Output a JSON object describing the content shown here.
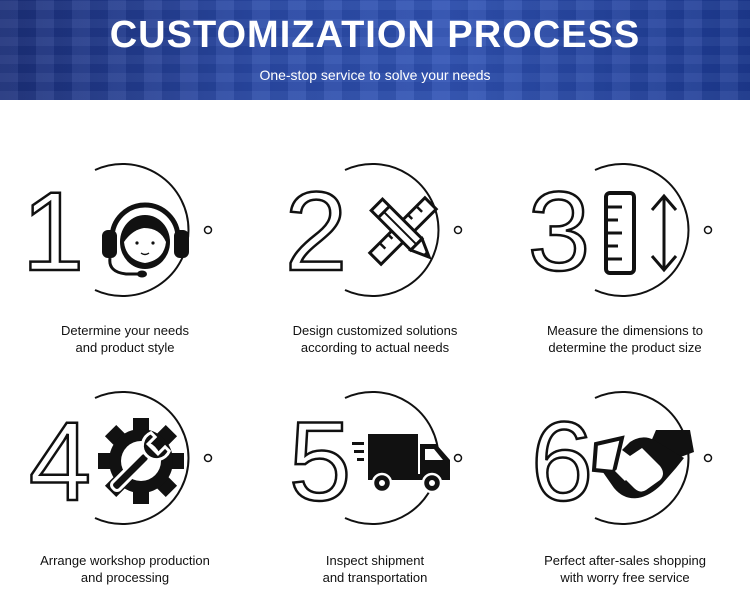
{
  "header": {
    "title": "CUSTOMIZATION PROCESS",
    "subtitle": "One-stop service to solve your needs"
  },
  "colors": {
    "banner": "#2a4aa8",
    "ink": "#111111"
  },
  "steps": [
    {
      "number": "1",
      "icon": "headset-icon",
      "line1": "Determine your needs",
      "line2": "and product style"
    },
    {
      "number": "2",
      "icon": "pencil-ruler-icon",
      "line1": "Design customized solutions",
      "line2": "according to actual needs"
    },
    {
      "number": "3",
      "icon": "ruler-measure-icon",
      "line1": "Measure the dimensions to",
      "line2": "determine the product size"
    },
    {
      "number": "4",
      "icon": "gear-wrench-icon",
      "line1": "Arrange workshop production",
      "line2": "and processing"
    },
    {
      "number": "5",
      "icon": "delivery-truck-icon",
      "line1": "Inspect shipment",
      "line2": "and transportation"
    },
    {
      "number": "6",
      "icon": "handshake-icon",
      "line1": "Perfect after-sales shopping",
      "line2": "with worry free service"
    }
  ]
}
